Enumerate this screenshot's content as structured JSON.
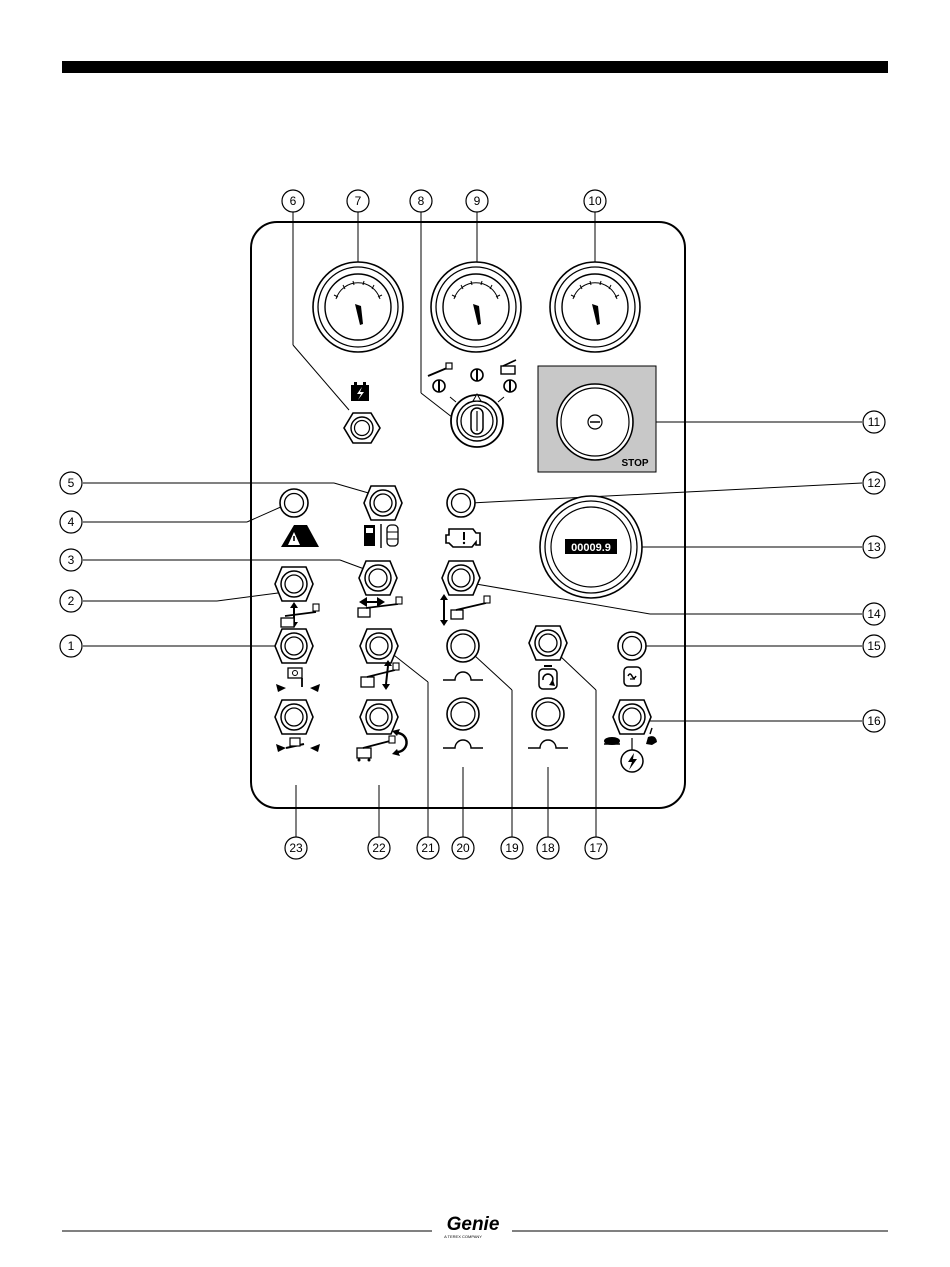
{
  "panel": {
    "hour_meter_value": "00009.9",
    "stop_label": "STOP",
    "callouts": [
      "1",
      "2",
      "3",
      "4",
      "5",
      "6",
      "7",
      "8",
      "9",
      "10",
      "11",
      "12",
      "13",
      "14",
      "15",
      "16",
      "17",
      "18",
      "19",
      "20",
      "21",
      "22",
      "23"
    ]
  },
  "footer": {
    "logo_text": "Genie",
    "logo_subtext": "A TEREX COMPANY"
  }
}
